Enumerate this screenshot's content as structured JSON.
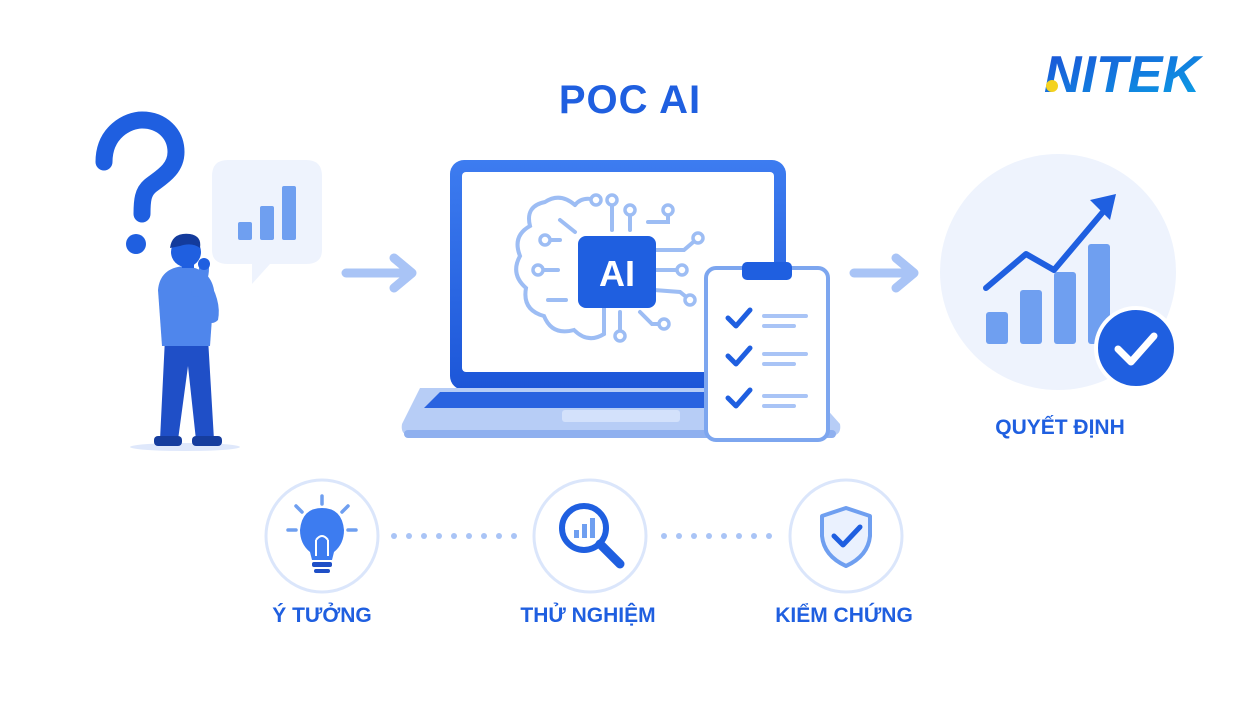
{
  "title": "POC AI",
  "logo": {
    "text": "NITEK",
    "accent": "#f4d21f"
  },
  "screen_badge": "AI",
  "decision_label": "QUYẾT ĐỊNH",
  "steps": [
    {
      "label": "Ý TƯỞNG",
      "icon": "lightbulb-icon"
    },
    {
      "label": "THỬ NGHIỆM",
      "icon": "magnifier-chart-icon"
    },
    {
      "label": "KIỂM CHỨNG",
      "icon": "shield-check-icon"
    }
  ],
  "colors": {
    "primary": "#1f5fe0",
    "light": "#8db3f5",
    "pale": "#eaf1fe",
    "accent": "#f4d21f"
  }
}
